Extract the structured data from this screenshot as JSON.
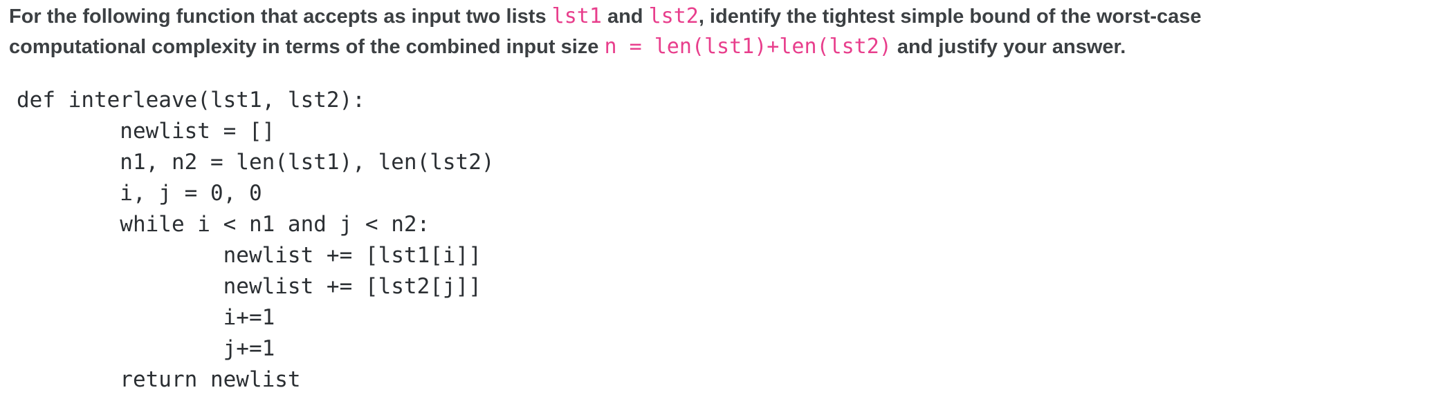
{
  "colors": {
    "background": "#ffffff",
    "question_text": "#3c4043",
    "inline_code_pink": "#e83e8c",
    "code_text": "#2b2f33"
  },
  "paragraph": {
    "lines": [
      [
        {
          "text": "For the following function that accepts as input two lists ",
          "code": false
        },
        {
          "text": "lst1",
          "code": true
        },
        {
          "text": " and ",
          "code": false
        },
        {
          "text": "lst2",
          "code": true
        },
        {
          "text": ", identify the tightest simple bound of the worst-case",
          "code": false
        }
      ],
      [
        {
          "text": "computational complexity in terms of the combined input size ",
          "code": false
        },
        {
          "text": "n = len(lst1)+len(lst2)",
          "code": true
        },
        {
          "text": " and justify your answer.",
          "code": false
        }
      ]
    ]
  },
  "code": {
    "language": "python",
    "lines": [
      "def interleave(lst1, lst2):",
      "        newlist = []",
      "        n1, n2 = len(lst1), len(lst2)",
      "        i, j = 0, 0",
      "        while i < n1 and j < n2:",
      "                newlist += [lst1[i]]",
      "                newlist += [lst2[j]]",
      "                i+=1",
      "                j+=1",
      "        return newlist"
    ]
  }
}
